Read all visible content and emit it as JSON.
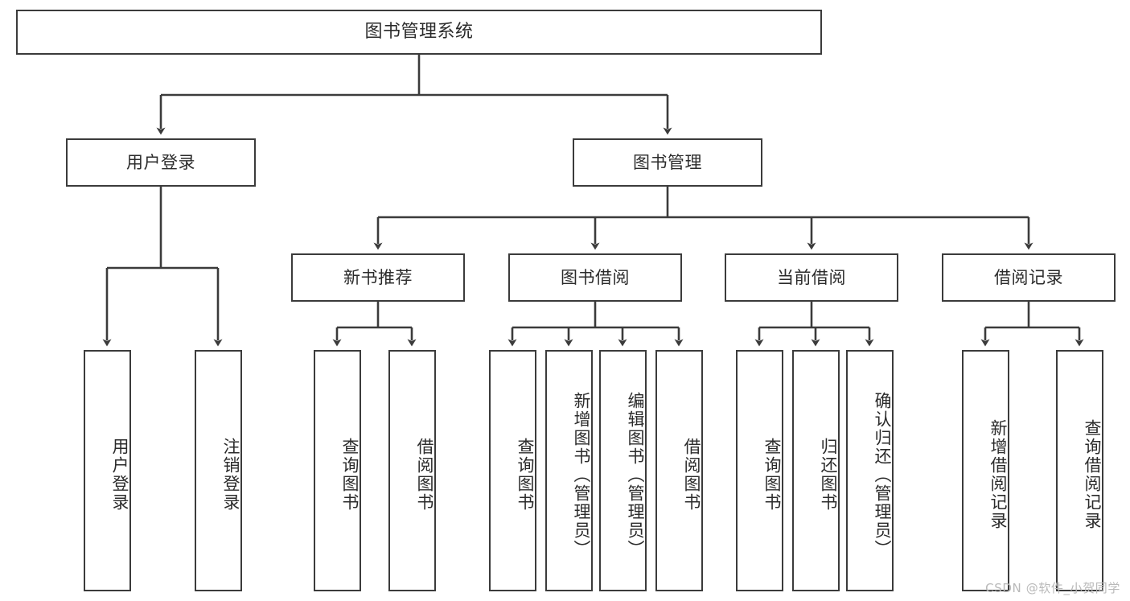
{
  "diagram": {
    "type": "tree",
    "title": "图书管理系统",
    "watermark": "CSDN @软件_小贺同学",
    "colors": {
      "background": "#ffffff",
      "box_border": "#3b3b3b",
      "box_fill": "#ffffff",
      "text": "#2b2b2b",
      "edge": "#3b3b3b",
      "watermark": "#b9b9b9"
    },
    "levels": {
      "root": {
        "label": "图书管理系统"
      },
      "level2": [
        {
          "label": "用户登录"
        },
        {
          "label": "图书管理"
        }
      ],
      "level3": [
        {
          "label": "新书推荐"
        },
        {
          "label": "图书借阅"
        },
        {
          "label": "当前借阅"
        },
        {
          "label": "借阅记录"
        }
      ]
    },
    "leaves": {
      "user_login": [
        {
          "label": "用户登录"
        },
        {
          "label": "注销登录"
        }
      ],
      "new_book_recommend": [
        {
          "label": "查询图书"
        },
        {
          "label": "借阅图书"
        }
      ],
      "book_borrow": [
        {
          "label": "查询图书"
        },
        {
          "label": "新增图书（管理员）"
        },
        {
          "label": "编辑图书（管理员）"
        },
        {
          "label": "借阅图书"
        }
      ],
      "current_borrow": [
        {
          "label": "查询图书"
        },
        {
          "label": "归还图书"
        },
        {
          "label": "确认归还（管理员）"
        }
      ],
      "borrow_record": [
        {
          "label": "新增借阅记录"
        },
        {
          "label": "查询借阅记录"
        }
      ]
    }
  }
}
